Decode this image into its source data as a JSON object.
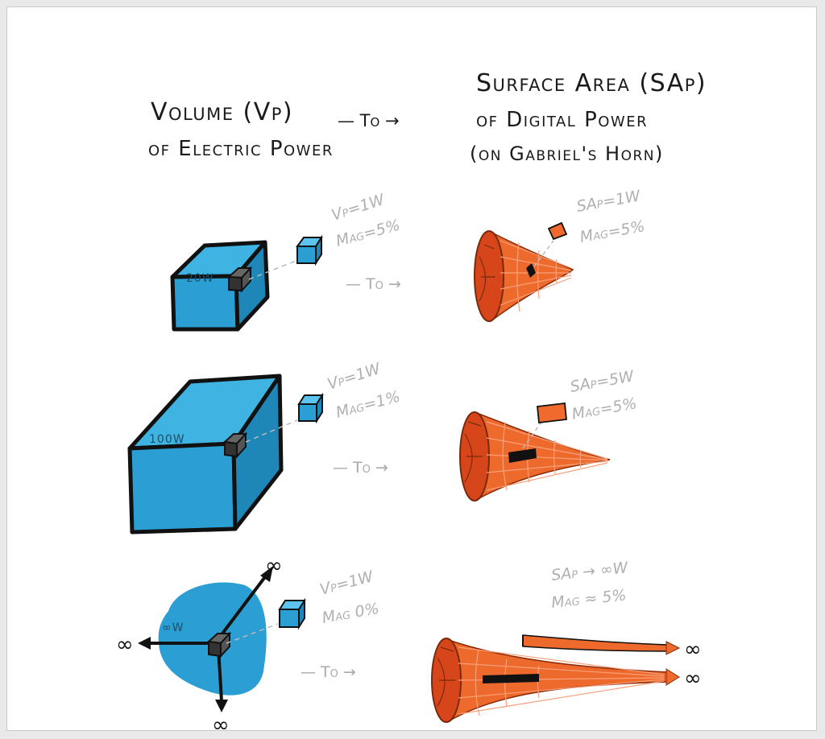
{
  "header": {
    "left_line1": "Volume (Vp)",
    "left_line2": "of Electric Power",
    "arrow": "— To →",
    "right_line1": "Surface Area (SAp)",
    "right_line2": "of Digital Power",
    "right_line3": "(on Gabriel's Horn)"
  },
  "rows": [
    {
      "cube_label": "20W",
      "left_annotation_line1": "Vp=1W",
      "left_annotation_line2": "Mag=5%",
      "arrow": "— To →",
      "right_annotation_line1": "SAp=1W",
      "right_annotation_line2": "Mag=5%"
    },
    {
      "cube_label": "100W",
      "left_annotation_line1": "Vp=1W",
      "left_annotation_line2": "Mag=1%",
      "arrow": "— To →",
      "right_annotation_line1": "SAp=5W",
      "right_annotation_line2": "Mag=5%"
    },
    {
      "cube_label": "∞W",
      "left_annotation_line1": "Vp=1W",
      "left_annotation_line2": "Mag 0%",
      "arrow": "— To →",
      "right_annotation_line1": "SAp → ∞W",
      "right_annotation_line2": "Mag ≈ 5%"
    }
  ],
  "infinity_symbol": "∞",
  "colors": {
    "cube_blue": "#2b9fd3",
    "horn_orange": "#e8541f",
    "ink": "#1a1a1a",
    "pencil_gray": "#b0b0b0"
  }
}
